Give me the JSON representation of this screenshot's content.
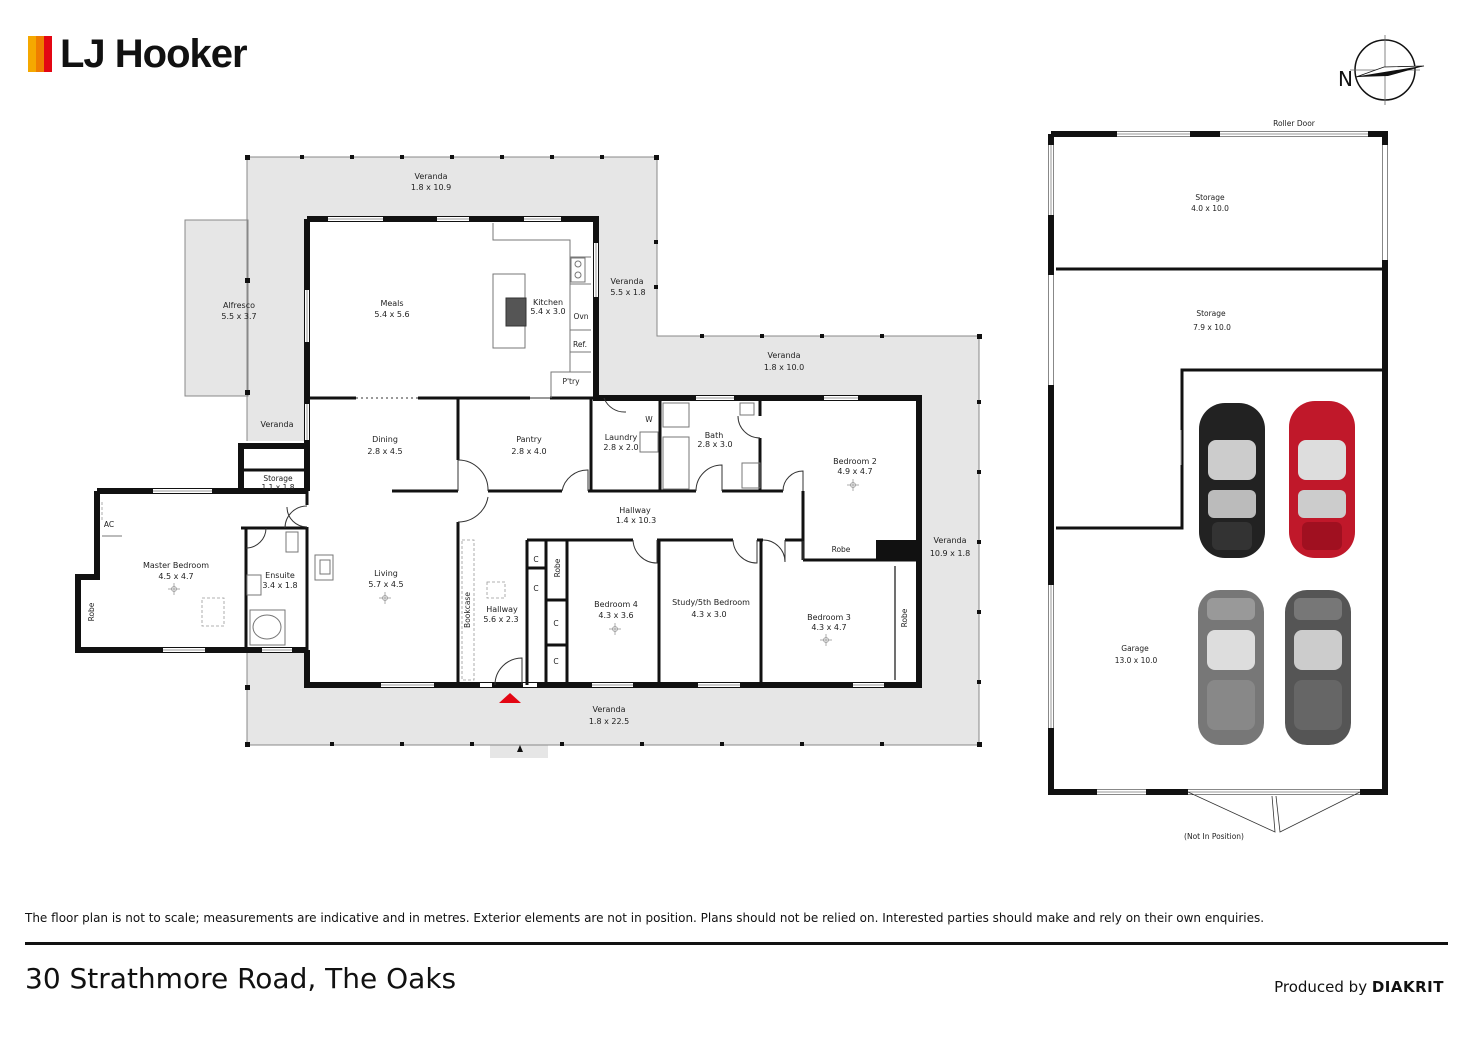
{
  "brand": {
    "name": "LJ Hooker",
    "logo_colors": [
      "#f5a800",
      "#ef7d00",
      "#e30613"
    ]
  },
  "compass": {
    "label": "N"
  },
  "rooms": {
    "veranda_top": {
      "name": "Veranda",
      "dims": "1.8 x 10.9"
    },
    "alfresco": {
      "name": "Alfresco",
      "dims": "5.5 x 3.7"
    },
    "meals": {
      "name": "Meals",
      "dims": "5.4 x 5.6"
    },
    "kitchen": {
      "name": "Kitchen",
      "dims": "5.4 x 3.0"
    },
    "veranda_kitchen": {
      "name": "Veranda",
      "dims": "5.5 x 1.8"
    },
    "veranda_mid": {
      "name": "Veranda",
      "dims": "1.8 x 10.0"
    },
    "veranda_left": {
      "name": "Veranda"
    },
    "storage_small": {
      "name": "Storage",
      "dims": "1.1 x 1.8"
    },
    "dining": {
      "name": "Dining",
      "dims": "2.8 x 4.5"
    },
    "pantry": {
      "name": "Pantry",
      "dims": "2.8 x 4.0"
    },
    "laundry": {
      "name": "Laundry",
      "dims": "2.8 x 2.0"
    },
    "bath": {
      "name": "Bath",
      "dims": "2.8 x 3.0"
    },
    "bedroom2": {
      "name": "Bedroom 2",
      "dims": "4.9 x 4.7"
    },
    "hallway_main": {
      "name": "Hallway",
      "dims": "1.4 x 10.3"
    },
    "master": {
      "name": "Master Bedroom",
      "dims": "4.5 x 4.7"
    },
    "ensuite": {
      "name": "Ensuite",
      "dims": "3.4 x 1.8"
    },
    "living": {
      "name": "Living",
      "dims": "5.7 x 4.5"
    },
    "hallway_entry": {
      "name": "Hallway",
      "dims": "5.6 x 2.3"
    },
    "bedroom4": {
      "name": "Bedroom 4",
      "dims": "4.3 x 3.6"
    },
    "study": {
      "name": "Study/5th Bedroom",
      "dims": "4.3 x 3.0"
    },
    "bedroom3": {
      "name": "Bedroom 3",
      "dims": "4.3 x 4.7"
    },
    "veranda_right": {
      "name": "Veranda",
      "dims": "10.9 x 1.8"
    },
    "veranda_bottom": {
      "name": "Veranda",
      "dims": "1.8 x 22.5"
    },
    "storage_shed1": {
      "name": "Storage",
      "dims": "4.0 x 10.0"
    },
    "storage_shed2": {
      "name": "Storage",
      "dims": "7.9 x 10.0"
    },
    "garage": {
      "name": "Garage",
      "dims": "13.0 x 10.0"
    }
  },
  "fixtures": {
    "oven": "Ovn",
    "fridge": "Ref.",
    "pantry_short": "P'try",
    "washer": "W",
    "aircon": "AC",
    "robe": "Robe",
    "cupboard": "C",
    "bookcase": "Bookcase",
    "roller_door": "Roller Door",
    "not_in_position": "(Not In Position)"
  },
  "car_colors": [
    "#222222",
    "#c0182a",
    "#777777",
    "#555555"
  ],
  "footer": {
    "disclaimer": "The floor plan is not to scale; measurements are indicative and in metres. Exterior elements are not in position. Plans should not be relied on. Interested parties should make and rely on their own enquiries.",
    "address": "30 Strathmore Road, The Oaks",
    "produced_prefix": "Produced by",
    "produced_brand": "DIAKRIT"
  }
}
